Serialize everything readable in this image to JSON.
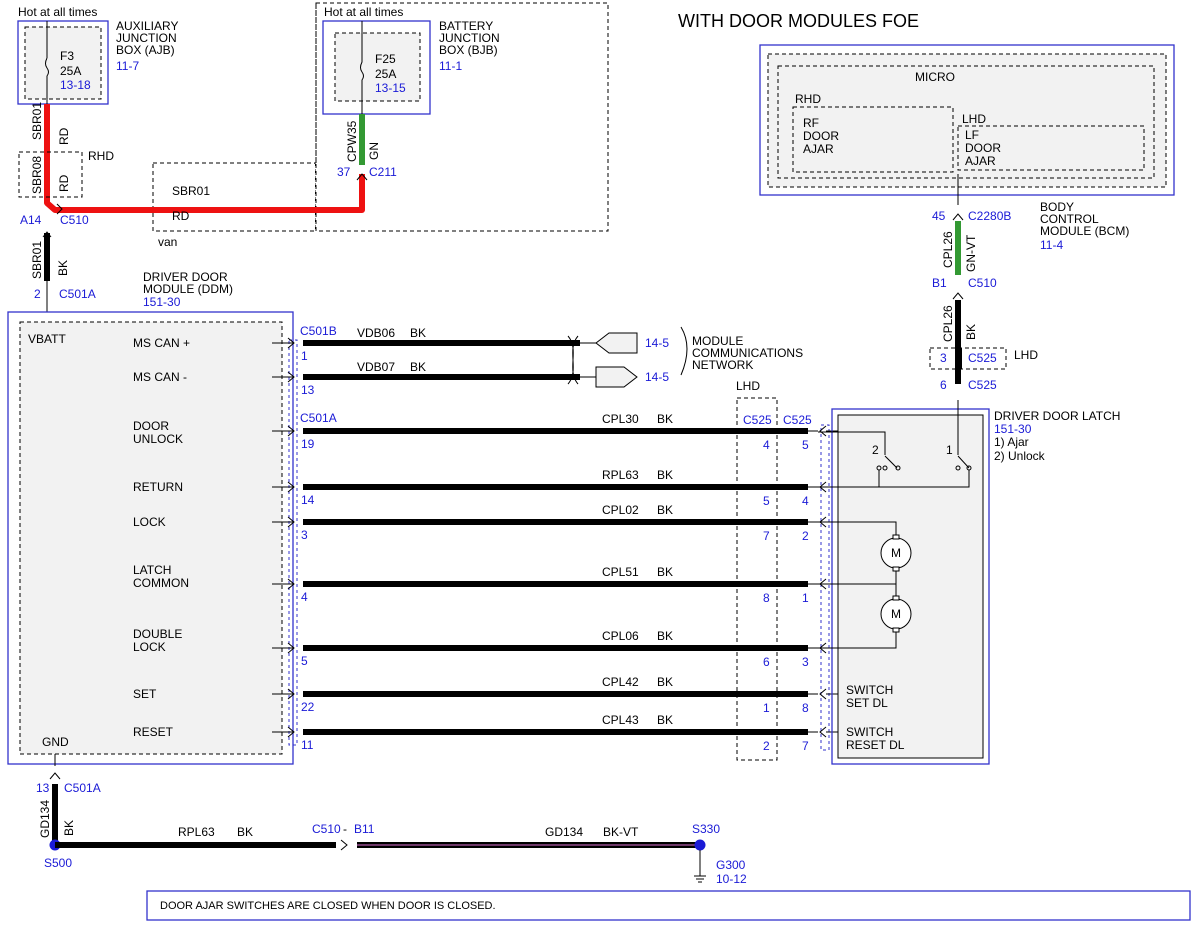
{
  "title": "WITH DOOR MODULES FOE",
  "colors": {
    "red_wire": "#ee1111",
    "green_wire": "#339933",
    "black_wire": "#000000",
    "blue_text": "#1a1ad6",
    "blue_box": "#3333cc",
    "box_fill": "#f2f2f2"
  },
  "hot_at_all_times": "Hot at all times",
  "ajb": {
    "name": "AUXILIARY\nJUNCTION\nBOX (AJB)",
    "ref": "11-7",
    "fuse": "F3",
    "amps": "25A",
    "fuse_ref": "13-18"
  },
  "bjb": {
    "name": "BATTERY\nJUNCTION\nBOX (BJB)",
    "ref": "11-1",
    "fuse": "F25",
    "amps": "25A",
    "fuse_ref": "13-15"
  },
  "red_path": {
    "sbr01": "SBR01",
    "rd": "RD",
    "rhd": "RHD",
    "sbr08": "SBR08",
    "pin_a14": "A14",
    "c510": "C510",
    "run_label": "SBR01",
    "run_color": "RD",
    "van": "van"
  },
  "green_path": {
    "circuit": "CPW35",
    "color": "GN",
    "pin": "37",
    "connector": "C211"
  },
  "ddm_feed": {
    "circuit": "SBR01",
    "color": "BK",
    "pin": "2",
    "connector": "C501A"
  },
  "ddm": {
    "name": "DRIVER DOOR\nMODULE (DDM)",
    "ref": "151-30",
    "vbatt": "VBATT",
    "gnd": "GND",
    "c501b": "C501B",
    "c501a": "C501A",
    "pins": [
      {
        "label": "MS CAN +",
        "pin": "1"
      },
      {
        "label": "MS CAN -",
        "pin": "13"
      },
      {
        "label": "DOOR\nUNLOCK",
        "pin": "19"
      },
      {
        "label": "RETURN",
        "pin": "14"
      },
      {
        "label": "LOCK",
        "pin": "3"
      },
      {
        "label": "LATCH\nCOMMON",
        "pin": "4"
      },
      {
        "label": "DOUBLE\nLOCK",
        "pin": "5"
      },
      {
        "label": "SET",
        "pin": "22"
      },
      {
        "label": "RESET",
        "pin": "11"
      }
    ]
  },
  "can_wires": [
    {
      "circuit": "VDB06",
      "color": "BK",
      "ref": "14-5"
    },
    {
      "circuit": "VDB07",
      "color": "BK",
      "ref": "14-5"
    }
  ],
  "module_network": "MODULE\nCOMMUNICATIONS\nNETWORK",
  "c525": {
    "lhd": "LHD",
    "connector": "C525"
  },
  "latch_wires": [
    {
      "circuit": "CPL30",
      "color": "BK",
      "c525_in": "4",
      "c525_out": "5"
    },
    {
      "circuit": "RPL63",
      "color": "BK",
      "c525_in": "5",
      "c525_out": "4"
    },
    {
      "circuit": "CPL02",
      "color": "BK",
      "c525_in": "7",
      "c525_out": "2"
    },
    {
      "circuit": "CPL51",
      "color": "BK",
      "c525_in": "8",
      "c525_out": "1"
    },
    {
      "circuit": "CPL06",
      "color": "BK",
      "c525_in": "6",
      "c525_out": "3"
    },
    {
      "circuit": "CPL42",
      "color": "BK",
      "c525_in": "1",
      "c525_out": "8"
    },
    {
      "circuit": "CPL43",
      "color": "BK",
      "c525_in": "2",
      "c525_out": "7"
    }
  ],
  "latch": {
    "name": "DRIVER DOOR LATCH",
    "ref": "151-30",
    "legend1": "1) Ajar",
    "legend2": "2) Unlock",
    "sw1": "1",
    "sw2": "2",
    "motor": "M",
    "switch_set": "SWITCH\nSET DL",
    "switch_reset": "SWITCH\nRESET DL"
  },
  "bcm": {
    "micro": "MICRO",
    "rhd": "RHD",
    "lhd": "LHD",
    "rf": "RF\nDOOR\nAJAR",
    "lf": "LF\nDOOR\nAJAR",
    "name": "BODY\nCONTROL\nMODULE (BCM)",
    "ref": "11-4",
    "pin_45": "45",
    "c2280b": "C2280B",
    "circuit": "CPL26",
    "color_gnvt": "GN-VT",
    "pin_b1": "B1",
    "c510": "C510",
    "color_bk": "BK",
    "pin_3": "3",
    "c525": "C525",
    "lhd2": "LHD",
    "pin_6": "6",
    "c525b": "C525"
  },
  "ground": {
    "pin_13": "13",
    "connector": "C501A",
    "gd134": "GD134",
    "bk": "BK",
    "s500": "S500",
    "rpl63": "RPL63",
    "bk2": "BK",
    "c510": "C510",
    "dash": "-",
    "b11": "B11",
    "gd134b": "GD134",
    "bkvt": "BK-VT",
    "s330": "S330",
    "g300": "G300",
    "g300_ref": "10-12"
  },
  "footnote": "DOOR AJAR SWITCHES ARE CLOSED WHEN DOOR IS CLOSED."
}
